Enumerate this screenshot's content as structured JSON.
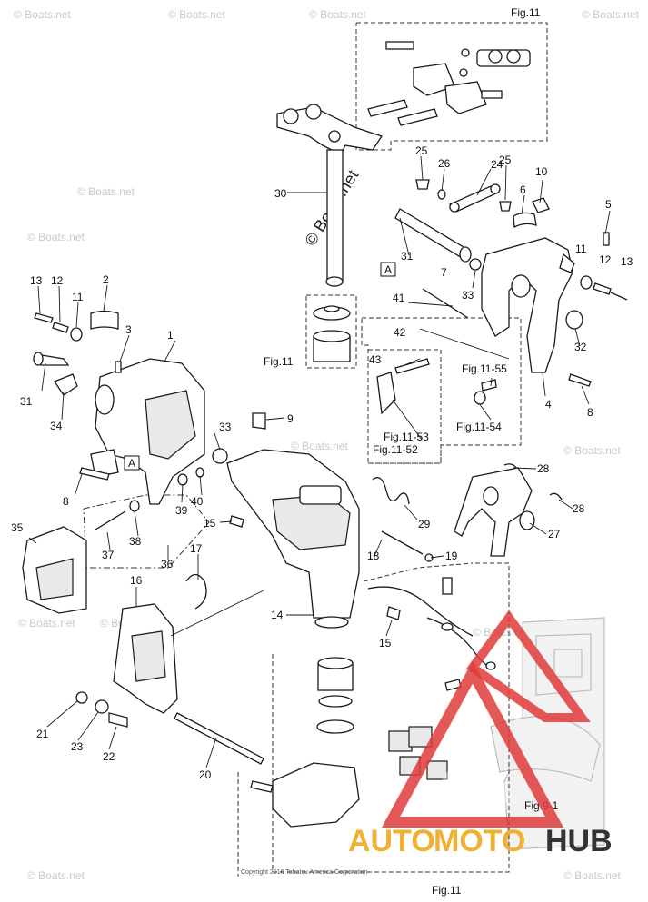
{
  "labels": {
    "l1": "1",
    "l2": "2",
    "l3": "3",
    "l4": "4",
    "l5": "5",
    "l6": "6",
    "l7": "7",
    "l8a": "8",
    "l8b": "8",
    "l9": "9",
    "l10": "10",
    "l11a": "11",
    "l11b": "11",
    "l12a": "12",
    "l12b": "12",
    "l13a": "13",
    "l13b": "13",
    "l14": "14",
    "l15a": "15",
    "l15b": "15",
    "l16": "16",
    "l17": "17",
    "l18": "18",
    "l19": "19",
    "l20": "20",
    "l21": "21",
    "l22": "22",
    "l23": "23",
    "l24": "24",
    "l25a": "25",
    "l25b": "25",
    "l26": "26",
    "l27": "27",
    "l28a": "28",
    "l28b": "28",
    "l29": "29",
    "l30": "30",
    "l31a": "31",
    "l31b": "31",
    "l32": "32",
    "l33a": "33",
    "l33b": "33",
    "l34": "34",
    "l35": "35",
    "l36": "36",
    "l37": "37",
    "l38": "38",
    "l39": "39",
    "l40": "40",
    "l41": "41",
    "l42": "42",
    "l43": "43"
  },
  "refs": {
    "a1": "A",
    "a2": "A"
  },
  "figs": {
    "fig11_top": "Fig.11",
    "fig11_left": "Fig.11",
    "fig11_bottom": "Fig.11",
    "fig11_55": "Fig.11-55",
    "fig11_54": "Fig.11-54",
    "fig11_53": "Fig.11-53",
    "fig11_52": "Fig.11-52",
    "fig9_1": "Fig.9-1"
  },
  "watermark": {
    "text": "© Boats.net",
    "big": "© Boats.net"
  },
  "copyright": "Copyright 2016 Tohatsu America Corporation",
  "logo": {
    "part1": "AUTO",
    "part2": "MOTO",
    "part3": "HUB",
    "color_red": "#e03b3b",
    "color_orange": "#f0b030",
    "color_dark": "#333333"
  }
}
